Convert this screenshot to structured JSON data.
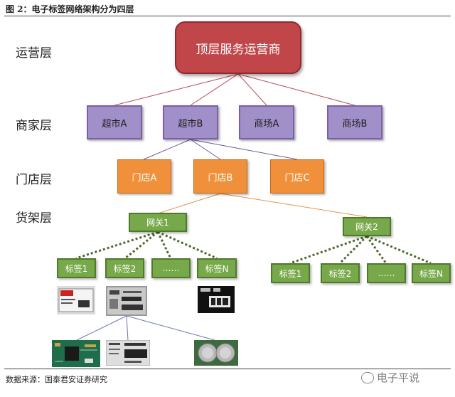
{
  "figure_title": "图 2：电子标签网络架构分为四层",
  "layers": [
    "运营层",
    "商家层",
    "门店层",
    "货架层"
  ],
  "top_node": "顶层服务运营商",
  "merchants": [
    "超市A",
    "超市B",
    "商场A",
    "商场B"
  ],
  "stores": [
    "门店A",
    "门店B",
    "门店C"
  ],
  "gateways": [
    "网关1",
    "网关2"
  ],
  "gateway1_tags": [
    "标签1",
    "标签2",
    "……",
    "标签N"
  ],
  "gateway2_tags": [
    "标签1",
    "标签2",
    "……",
    "标签N"
  ],
  "source": "数据来源：国泰君安证券研究",
  "logo_text": "电子平说",
  "colors": {
    "top": "#c0464a",
    "merchant": "#a08fc8",
    "store": "#f0903a",
    "gateway": "#77a94a",
    "line_red": "#b84a55",
    "line_purple": "#6a5aa0",
    "line_orange": "#e8934a",
    "line_dotted": "#4b6a2b",
    "line_blue": "#6a78b0"
  },
  "icons": [
    "esl-tag-photo",
    "esl-tag-photo",
    "esl-display-photo",
    "circuit-board-photo",
    "esl-tag-photo",
    "coin-battery-photo",
    "wechat-logo-icon"
  ]
}
